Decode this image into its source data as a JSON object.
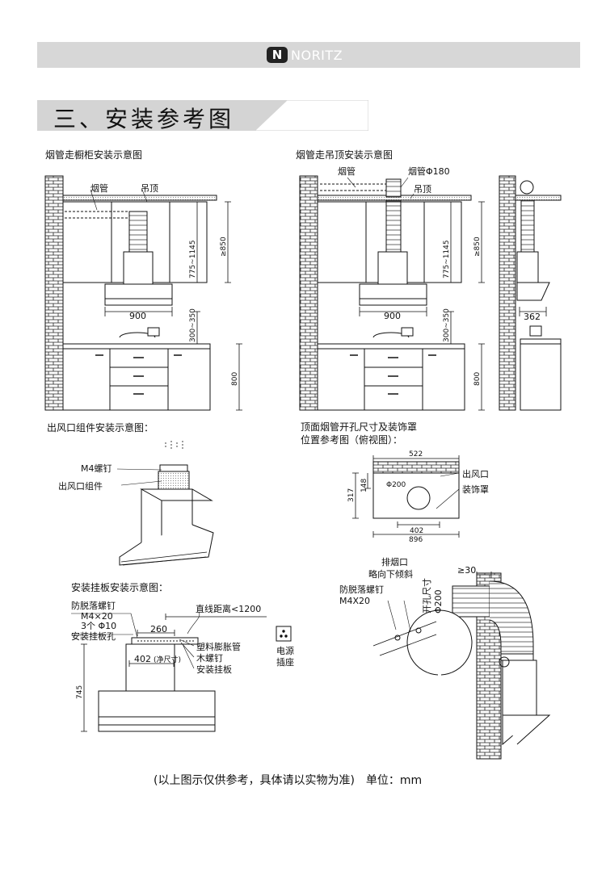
{
  "header": {
    "brand_mark": "N",
    "brand": "NORITZ"
  },
  "section_title": "三、安装参考图",
  "captions": {
    "cabinet": "烟管走橱柜安装示意图",
    "ceiling": "烟管走吊顶安装示意图",
    "outlet": "出风口组件安装示意图：",
    "hole_line1": "顶面烟管开孔尺寸及装饰罩",
    "hole_line2": "位置参考图（俯视图）：",
    "bracket": "安装挂板安装示意图："
  },
  "labels": {
    "pipe": "烟管",
    "ceiling": "吊顶",
    "pipe_d180": "烟管Φ180",
    "dim_775": "775~1145",
    "dim_850": "≥850",
    "dim_900": "900",
    "dim_300": "300~350",
    "dim_800": "800",
    "dim_362": "362",
    "m4_screw": "M4螺钉",
    "outlet_assembly": "出风口组件",
    "dim_522": "522",
    "dim_317": "317",
    "dim_148": "148",
    "d200": "Φ200",
    "dim_402": "402",
    "dim_896": "896",
    "air_outlet": "出风口",
    "cover": "装饰罩",
    "exhaust_line1": "排烟口",
    "exhaust_line2": "略向下倾斜",
    "ge30": "≥30",
    "anti_drop_screw": "防脱落螺钉",
    "m4x20": "M4X20",
    "hole_size": "开孔尺寸",
    "hole_d200": "Φ200",
    "b_anti_drop": "防脱落螺钉",
    "b_m4x20": "M4×20",
    "b_holes": "3个 Φ10",
    "b_hanging_hole": "安装挂板孔",
    "b_straight": "直线距离<1200",
    "b_260": "260",
    "b_402": "402",
    "b_net": "(净尺寸)",
    "b_plastic": "塑料膨胀管",
    "b_wood": "木螺钉",
    "b_plate": "安装挂板",
    "b_745": "745",
    "b_socket1": "电源",
    "b_socket2": "插座"
  },
  "footer": "(以上图示仅供参考，具体请以实物为准)　单位：mm"
}
